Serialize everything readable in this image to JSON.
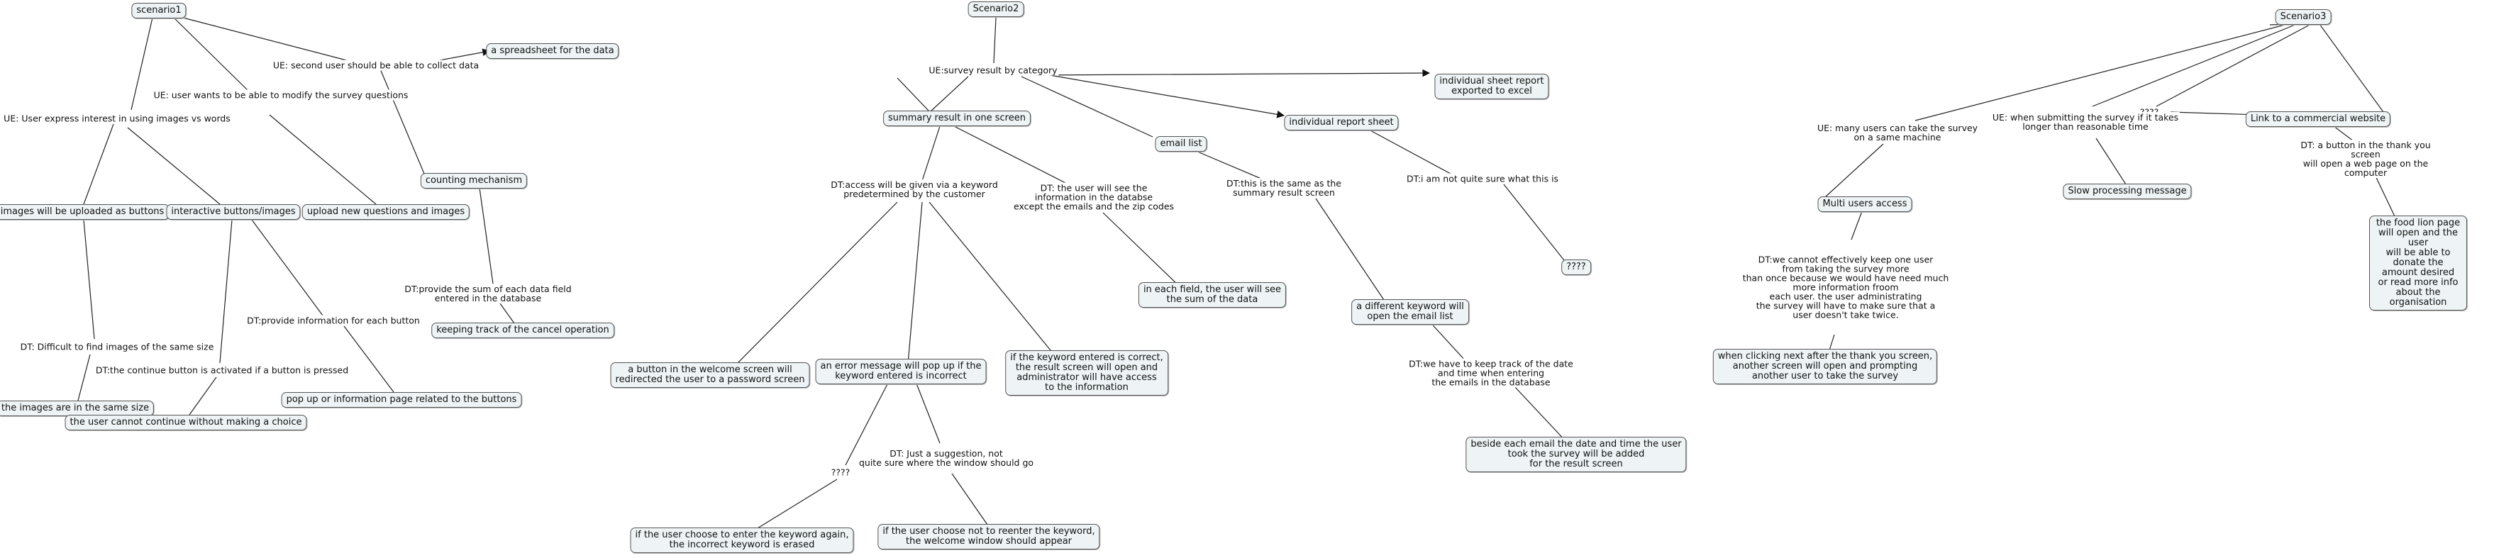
{
  "nodes": {
    "scenario1": "scenario1",
    "scenario2": "Scenario2",
    "scenario3": "Scenario3",
    "spreadsheet": "a spreadsheet for the data",
    "counting": "counting mechanism",
    "images_uploaded": "images will be uploaded as buttons",
    "interactive_buttons": "interactive buttons/images",
    "upload_questions": "upload new questions and images",
    "keeping_track": "keeping track of the cancel operation",
    "images_same_size": "the images are in the same size",
    "popup_info": "pop up or information page related to the buttons",
    "cannot_continue": "the user cannot continue without making a choice",
    "summary_one_screen": "summary result in one screen",
    "email_list": "email list",
    "individual_report": "individual report sheet",
    "individual_excel": "individual sheet report\nexported to excel",
    "button_welcome": "a button in the welcome screen will\nredirected the user to a password screen",
    "error_popup": "an error message will pop up if the\nkeyword entered is incorrect",
    "keyword_correct": "if the keyword entered is correct,\nthe result screen will open and\nadministrator will have access\nto the information",
    "each_field": "in each field, the user will see\nthe sum of the data",
    "different_keyword": "a different keyword will\nopen the email list",
    "qqqq_node": "????",
    "keyword_again": "if the user choose to enter the keyword again,\nthe incorrect keyword is erased",
    "not_reenter": "if the user choose not to reenter the keyword,\nthe welcome window should appear",
    "beside_email": "beside each email the date and time the user\ntook the survey will be added\nfor the result screen",
    "multi_users": "Multi users access",
    "slow_processing": "Slow processing message",
    "link_commercial": "Link to a commercial website",
    "food_lion": "the food lion page will open and the user\nwill be able to donate the amount desired\nor read more info about the organisation",
    "clicking_next": "when clicking next after the thank you screen,\nanother screen will open and prompting\nanother user to take the survey"
  },
  "labels": {
    "ue_second_user": "UE: second user should be able to collect data",
    "ue_modify": "UE: user wants to be able to modify the survey questions",
    "ue_interest": "UE: User express interest in using images vs words",
    "dt_sum": "DT:provide the sum of each data field\nentered in the database",
    "dt_info_button": "DT:provide information for each button",
    "dt_difficult": "DT: Difficult to find images of the same size",
    "dt_continue": "DT:the continue button is activated if a button is pressed",
    "ue_survey_category": "UE:survey result by category",
    "dt_access": "DT:access will be given via a keyword\npredetermined by the customer",
    "dt_user_see": "DT: the user will see the\ninformation in the databse\nexcept the emails and the zip codes",
    "dt_same_summary": "DT:this is the same as the\nsummary result screen",
    "dt_not_sure": "DT:i am not quite sure what this is",
    "qqqq_label_2": "????",
    "dt_suggestion": "DT:  Just a suggestion, not\nquite sure where the window should go",
    "dt_track_date": "DT:we have to keep track of the date\nand time when entering\nthe emails in the database",
    "ue_many_users": "UE: many users can take the survey\non a same machine",
    "ue_submitting": "UE: when submitting the survey if it takes\nlonger than reasonable time",
    "qqqq_label_3": "????",
    "dt_button_thank": "DT: a button in the thank you screen\nwill open a web page on the computer",
    "dt_cannot_effectively": "DT:we cannot effectively keep one user\nfrom taking the survey more\nthan once because we would have need much\nmore information froom\neach user. the user administrating\nthe survey will have to make sure that a\nuser doesn't take twice."
  }
}
